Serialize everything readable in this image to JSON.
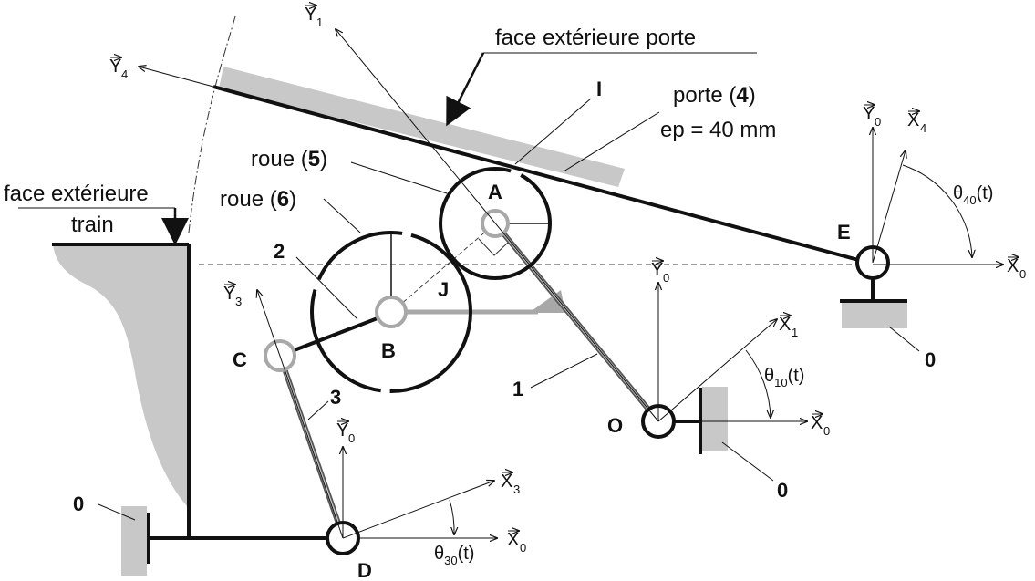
{
  "labels": {
    "face_porte": "face extérieure porte",
    "face_train_1": "face extérieure",
    "face_train_2": "train",
    "porte_text": "porte (",
    "porte_num": "4",
    "porte_close": ")",
    "ep": "ep = 40 mm",
    "roue5_text": "roue (",
    "roue5_num": "5",
    "roue5_close": ")",
    "roue6_text": "roue (",
    "roue6_num": "6",
    "roue6_close": ")"
  },
  "points": {
    "A": "A",
    "B": "B",
    "C": "C",
    "D": "D",
    "E": "E",
    "O": "O",
    "I": "I",
    "J": "J"
  },
  "parts": {
    "n1": "1",
    "n2": "2",
    "n3": "3",
    "ground_1": "0",
    "ground_2": "0",
    "ground_3": "0"
  },
  "axes": {
    "Y1": {
      "letter": "Y",
      "sub": "1"
    },
    "Y4": {
      "letter": "Y",
      "sub": "4"
    },
    "Y0_E": {
      "letter": "Y",
      "sub": "0"
    },
    "X4": {
      "letter": "X",
      "sub": "4"
    },
    "X0_E": {
      "letter": "X",
      "sub": "0"
    },
    "Y0_mid": {
      "letter": "Y",
      "sub": "0"
    },
    "X1": {
      "letter": "X",
      "sub": "1"
    },
    "X0_O": {
      "letter": "X",
      "sub": "0"
    },
    "Y3": {
      "letter": "Y",
      "sub": "3"
    },
    "Y0_D": {
      "letter": "Y",
      "sub": "0"
    },
    "X3": {
      "letter": "X",
      "sub": "3"
    },
    "X0_D": {
      "letter": "X",
      "sub": "0"
    }
  },
  "angles": {
    "t40": {
      "sym": "θ",
      "sub": "40",
      "tail": "(t)"
    },
    "t10": {
      "sym": "θ",
      "sub": "10",
      "tail": "(t)"
    },
    "t30": {
      "sym": "θ",
      "sub": "30",
      "tail": "(t)"
    }
  },
  "colors": {
    "ink": "#111111",
    "ground_fill": "#c8c8c8",
    "link_grey": "#a8a8a8"
  }
}
